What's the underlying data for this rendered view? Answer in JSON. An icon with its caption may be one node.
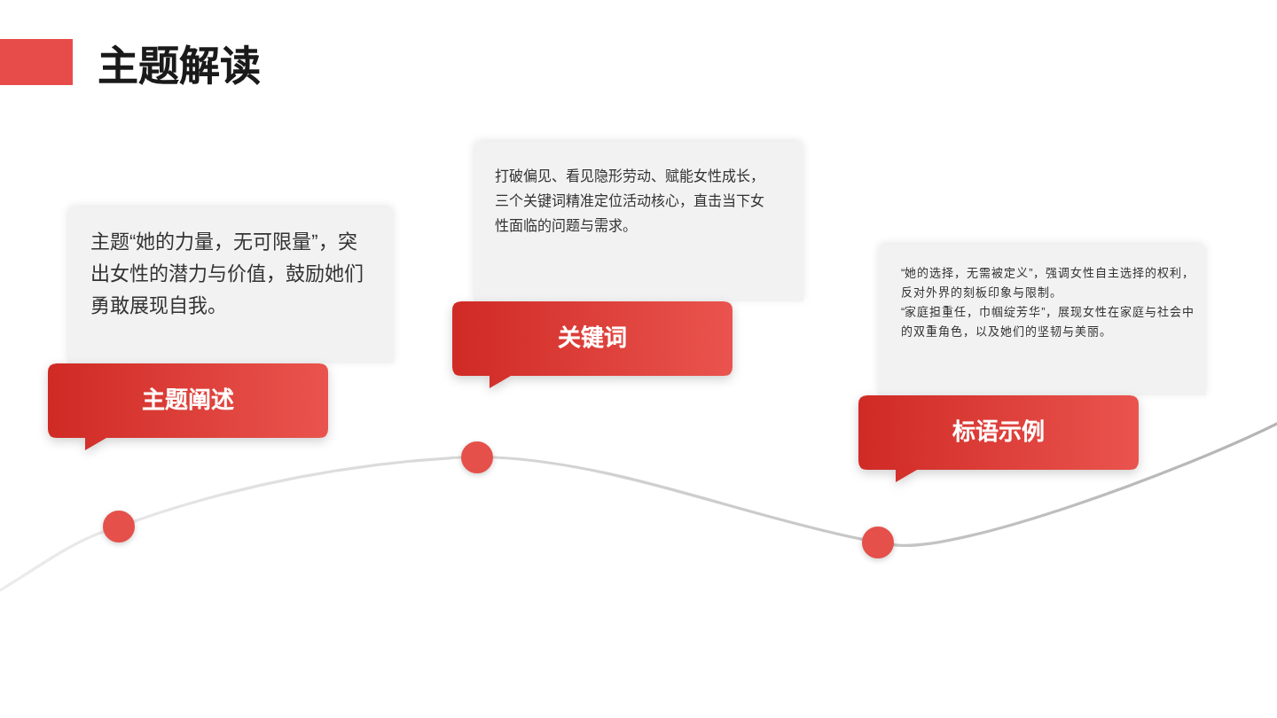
{
  "diagram": {
    "title": "主题解读",
    "nodes": [
      {
        "text": [
          "主题“她的力量，无可限量”，突出女性的潜力与价值，鼓励她们勇敢展现自我。"
        ]
      },
      {
        "text": [
          "主题阐述"
        ]
      },
      {
        "text": [
          "打破偏见、看见隐形劳动、赋能女性成长，三个关键词精准定位活动核心，直击当下女性面临的问题与需求。"
        ]
      },
      {
        "text": [
          "关键词"
        ]
      },
      {
        "text": [
          "“她的选择，无需被定义”，强调女性自主选择的权利，反对外界的刻板印象与限制。",
          "“家庭担重任，巾帼绽芳华”，展现女性在家庭与社会中的双重角色，以及她们的坚韧与美丽。"
        ]
      },
      {
        "text": [
          "标语示例"
        ]
      },
      {
        "text": [],
        "shape": "circle"
      },
      {
        "text": [],
        "shape": "circle"
      },
      {
        "text": [],
        "shape": "circle"
      }
    ],
    "edges": [
      {
        "from": null,
        "to": 6,
        "arrow": "none"
      },
      {
        "from": 6,
        "to": 7,
        "arrow": "none"
      },
      {
        "from": 7,
        "to": 8,
        "arrow": "none"
      },
      {
        "from": 8,
        "to": null,
        "arrow": "none"
      }
    ]
  }
}
